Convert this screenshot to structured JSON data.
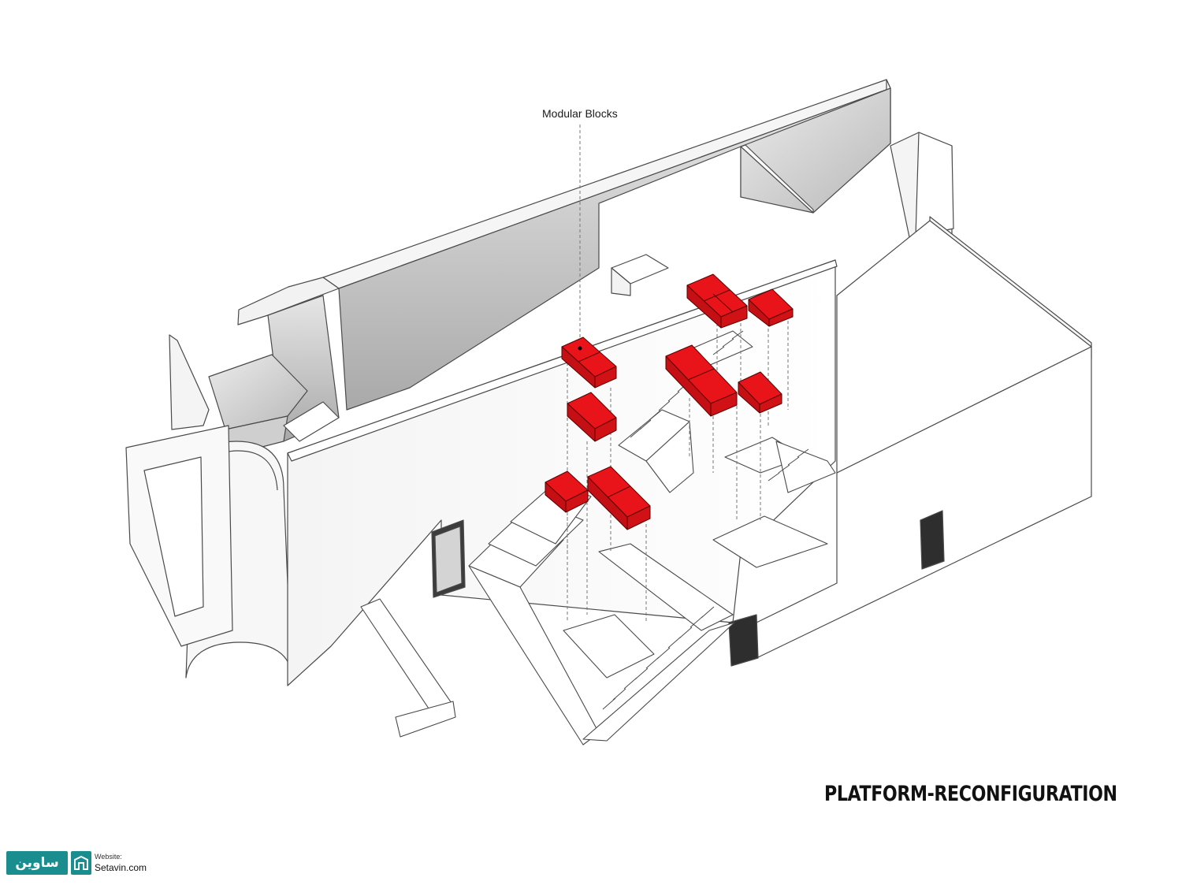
{
  "annotation": {
    "label": "Modular Blocks"
  },
  "title": "PLATFORM-RECONFIGURATION",
  "watermark": {
    "logo_text": "ساوین",
    "website_label": "Website:",
    "website": "Setavin.com"
  },
  "colors": {
    "accent_red": "#e8141a",
    "wall": "#ffffff",
    "edge": "#4a4a4a",
    "shade": "#d8d8d8",
    "background": "#ffffff"
  }
}
